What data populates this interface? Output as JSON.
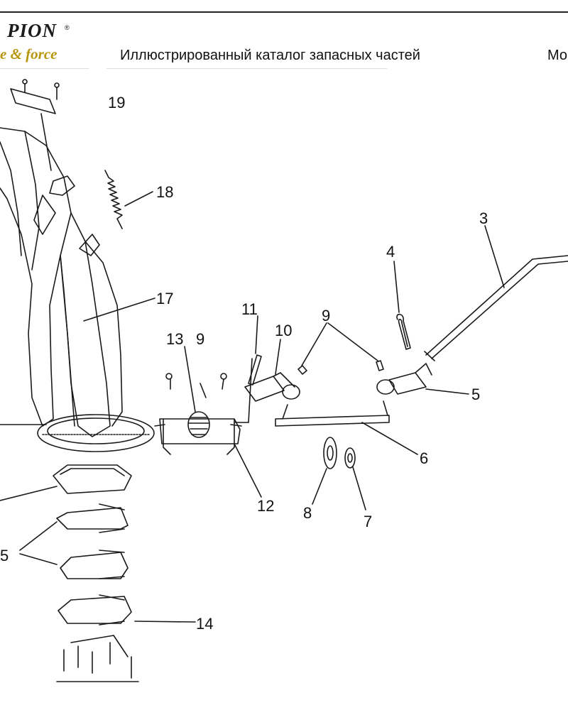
{
  "header": {
    "logo_text": "PION",
    "logo_registered": "®",
    "logo_tagline": "e & force",
    "title": "Иллюстрированный каталог запасных частей",
    "model_label": "Мо"
  },
  "callouts": {
    "n19": "19",
    "n18": "18",
    "n17": "17",
    "n13": "13",
    "n9a": "9",
    "n11": "11",
    "n10": "10",
    "n9b": "9",
    "n4": "4",
    "n3": "3",
    "n5a": "5",
    "n6": "6",
    "n12": "12",
    "n8": "8",
    "n7": "7",
    "n15": "5",
    "n14": "14"
  },
  "colors": {
    "line": "#1a1a1a",
    "brand_gold": "#b8960c"
  }
}
